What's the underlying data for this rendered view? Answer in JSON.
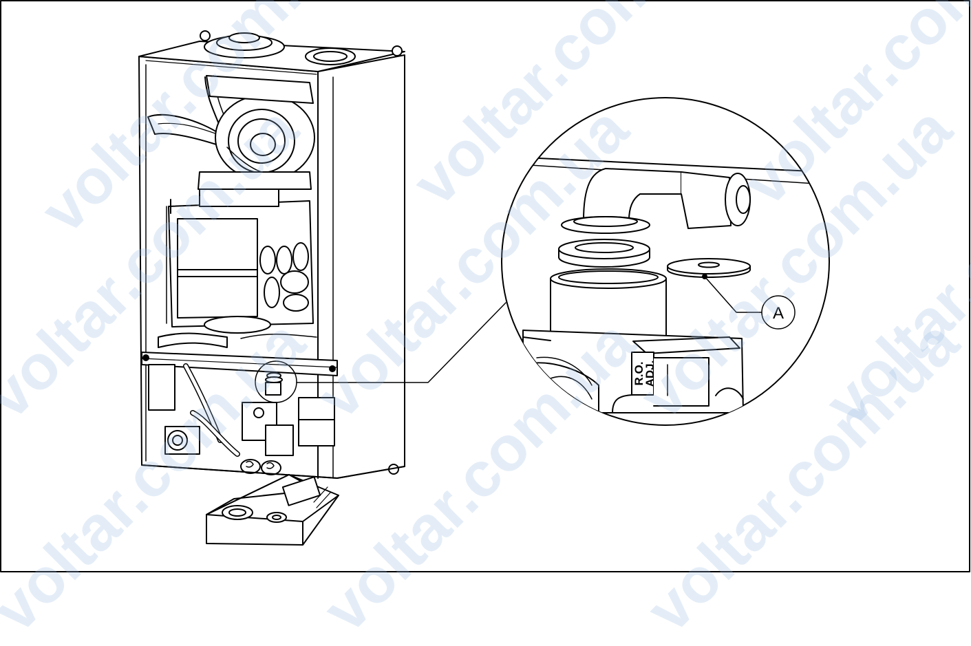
{
  "callout": {
    "label": "A"
  },
  "plate": {
    "line1": "R.O.",
    "line2": "ADJ."
  },
  "watermarks": [
    "voltar.com.ua"
  ]
}
